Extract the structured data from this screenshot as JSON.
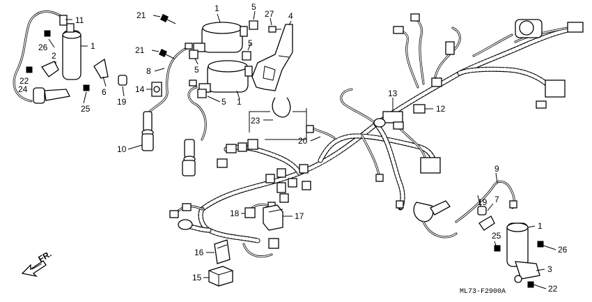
{
  "diagram": {
    "code": "ML73-F2900A",
    "direction": "FR.",
    "callouts": [
      {
        "id": "c11a",
        "text": "11"
      },
      {
        "id": "c1a",
        "text": "1"
      },
      {
        "id": "c26a",
        "text": "26"
      },
      {
        "id": "c2",
        "text": "2"
      },
      {
        "id": "c22a",
        "text": "22"
      },
      {
        "id": "c24",
        "text": "24"
      },
      {
        "id": "c25a",
        "text": "25"
      },
      {
        "id": "c6",
        "text": "6"
      },
      {
        "id": "c19a",
        "text": "19"
      },
      {
        "id": "c21a",
        "text": "21"
      },
      {
        "id": "c21b",
        "text": "21"
      },
      {
        "id": "c1b",
        "text": "1"
      },
      {
        "id": "c5a",
        "text": "5"
      },
      {
        "id": "c27",
        "text": "27"
      },
      {
        "id": "c4",
        "text": "4"
      },
      {
        "id": "c8",
        "text": "8"
      },
      {
        "id": "c5b",
        "text": "5"
      },
      {
        "id": "c5c",
        "text": "5"
      },
      {
        "id": "c14",
        "text": "14"
      },
      {
        "id": "c5d",
        "text": "5"
      },
      {
        "id": "c1c",
        "text": "1"
      },
      {
        "id": "c10",
        "text": "10"
      },
      {
        "id": "c23",
        "text": "23"
      },
      {
        "id": "c13",
        "text": "13"
      },
      {
        "id": "c12",
        "text": "12"
      },
      {
        "id": "c20",
        "text": "20"
      },
      {
        "id": "c18",
        "text": "18"
      },
      {
        "id": "c17",
        "text": "17"
      },
      {
        "id": "c16",
        "text": "16"
      },
      {
        "id": "c15",
        "text": "15"
      },
      {
        "id": "c9",
        "text": "9"
      },
      {
        "id": "c7",
        "text": "7"
      },
      {
        "id": "c19b",
        "text": "19"
      },
      {
        "id": "c1d",
        "text": "1"
      },
      {
        "id": "c25b",
        "text": "25"
      },
      {
        "id": "c26b",
        "text": "26"
      },
      {
        "id": "c3",
        "text": "3"
      },
      {
        "id": "c22b",
        "text": "22"
      }
    ]
  }
}
